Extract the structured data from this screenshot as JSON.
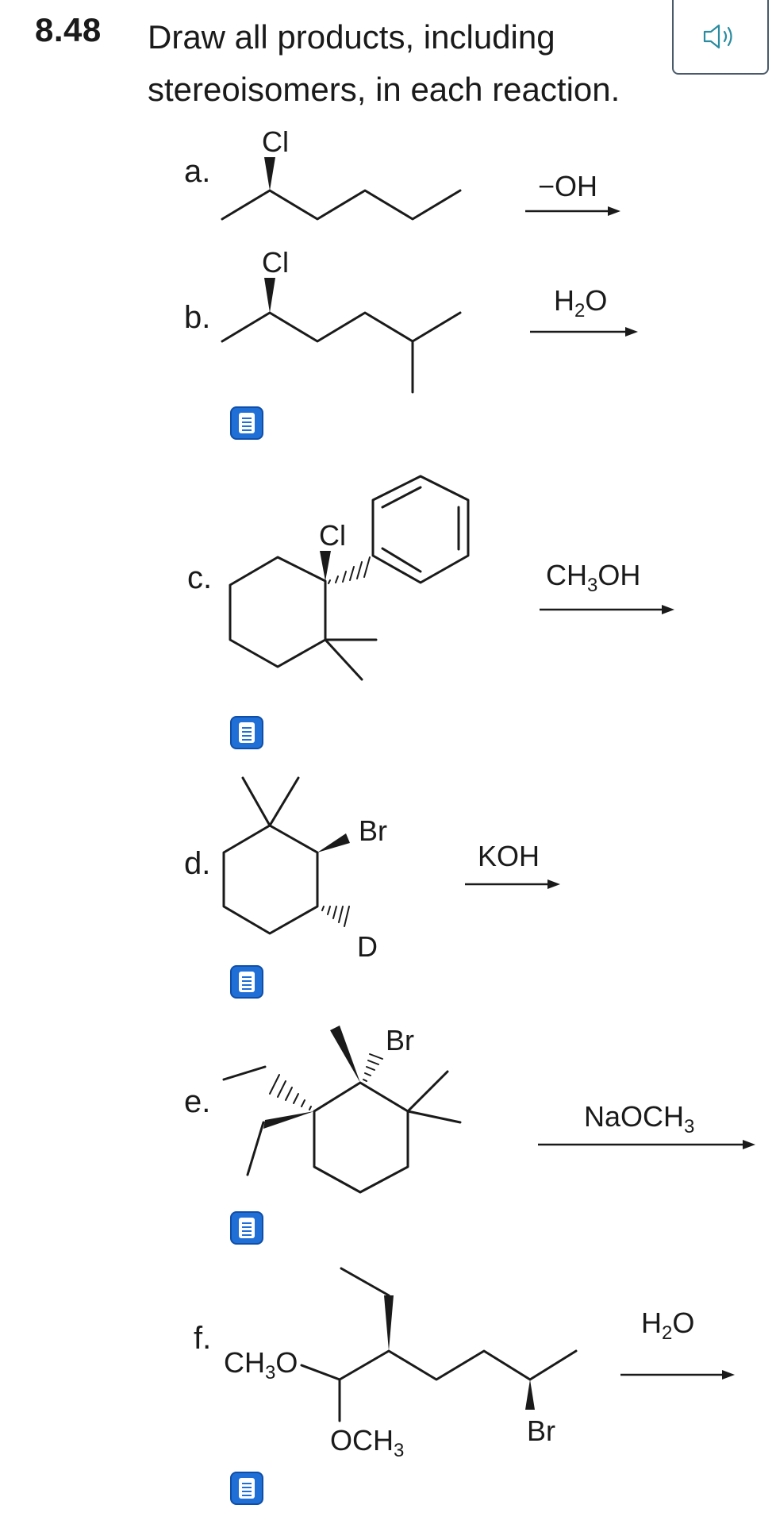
{
  "problem": {
    "number": "8.48",
    "title": "Draw all products, including stereoisomers, in each reaction."
  },
  "audio_button": {
    "icon": "speaker-icon"
  },
  "reactions": [
    {
      "label": "a.",
      "atoms": [
        "Cl"
      ],
      "reagent_prefix": "−OH",
      "reagent_base": "",
      "reagent_sub": "",
      "reagent_suffix": ""
    },
    {
      "label": "b.",
      "atoms": [
        "Cl"
      ],
      "reagent_prefix": "",
      "reagent_base": "H",
      "reagent_sub": "2",
      "reagent_suffix": "O"
    },
    {
      "label": "c.",
      "atoms": [
        "Cl"
      ],
      "reagent_prefix": "",
      "reagent_base": "CH",
      "reagent_sub": "3",
      "reagent_suffix": "OH"
    },
    {
      "label": "d.",
      "atoms": [
        "Br",
        "D"
      ],
      "reagent_prefix": "KOH",
      "reagent_base": "",
      "reagent_sub": "",
      "reagent_suffix": ""
    },
    {
      "label": "e.",
      "atoms": [
        "Br"
      ],
      "reagent_prefix": "",
      "reagent_base": "NaOCH",
      "reagent_sub": "3",
      "reagent_suffix": ""
    },
    {
      "label": "f.",
      "atoms": [
        "Br"
      ],
      "reagent_prefix": "",
      "reagent_base": "H",
      "reagent_sub": "2",
      "reagent_suffix": "O",
      "group1_base": "CH",
      "group1_sub": "3",
      "group1_suffix": "O",
      "group2_base": "OCH",
      "group2_sub": "3"
    }
  ],
  "document_button": {
    "icon": "document-icon"
  }
}
